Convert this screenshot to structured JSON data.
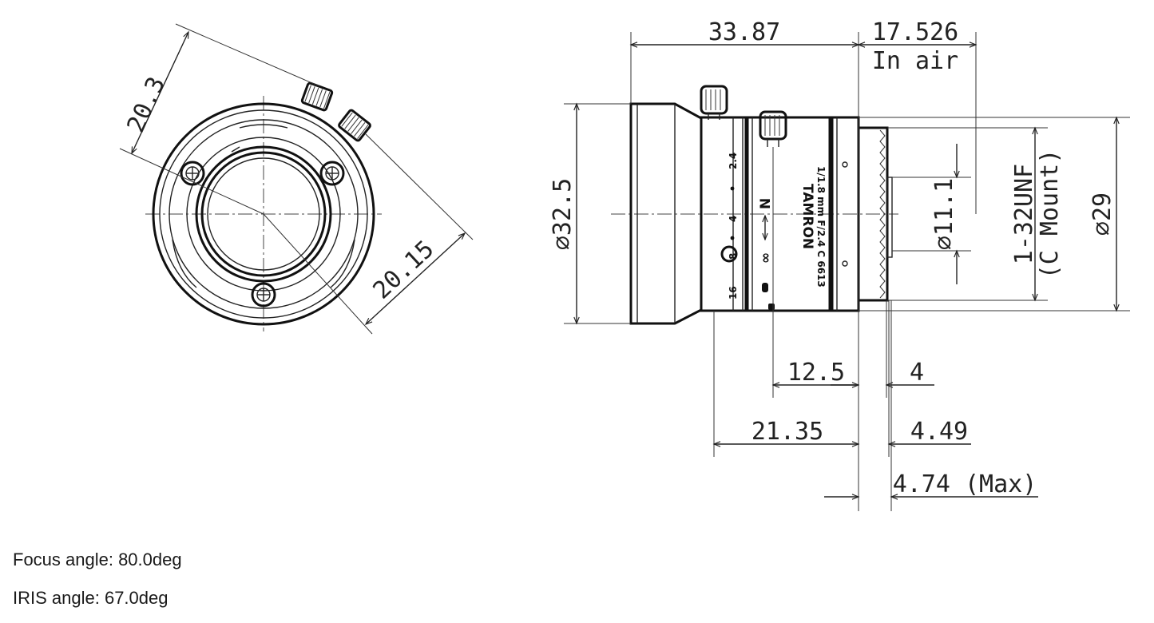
{
  "front_view": {
    "dim_top": "20.3",
    "dim_diag": "20.15"
  },
  "side_view": {
    "dim_length": "33.87",
    "dim_back_focus": "17.526",
    "dim_back_focus_note": "In air",
    "dim_front_dia": "32.5",
    "dim_rear_dia": "29",
    "dim_rear_inner_dia": "11.1",
    "mount_thread": "1-32UNF",
    "mount_type": "(C Mount)",
    "dim_12_5": "12.5",
    "dim_4": "4",
    "dim_21_35": "21.35",
    "dim_4_49": "4.49",
    "dim_4_74": "4.74 (Max)",
    "diameter_symbol": "∅",
    "barrel_brand": "TAMRON",
    "barrel_model": "1/1.8 mm F/2.4 C 6613",
    "iris_scale": [
      "2.4",
      "4",
      "8",
      "16"
    ],
    "focus_scale": [
      "∞",
      "N"
    ]
  },
  "captions": {
    "focus_angle": "Focus angle: 80.0deg",
    "iris_angle": "IRIS angle: 67.0deg"
  }
}
